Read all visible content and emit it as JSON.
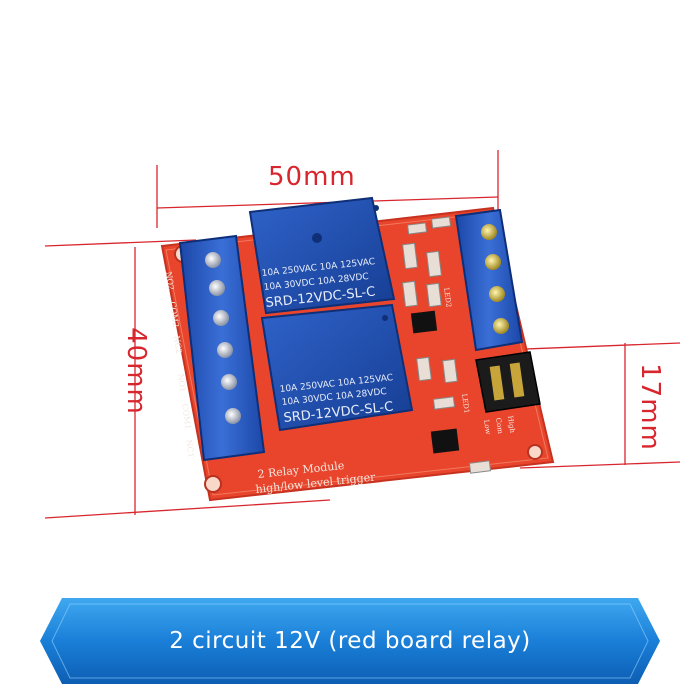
{
  "dimensions": {
    "width_label": "50mm",
    "height_label": "40mm",
    "depth_label": "17mm"
  },
  "relays": [
    {
      "rating_line1": "10A 250VAC  10A 125VAC",
      "rating_line2": "10A  30VDC  10A  28VDC",
      "model": "SRD-12VDC-SL-C"
    },
    {
      "rating_line1": "10A 250VAC  10A 125VAC",
      "rating_line2": "10A  30VDC  10A  28VDC",
      "model": "SRD-12VDC-SL-C"
    }
  ],
  "board": {
    "silk_line1": "2 Relay  Module",
    "silk_line2": "high/low level trigger",
    "pin_labels": [
      "NO2",
      "COM2",
      "NC2",
      "NO1",
      "COM1",
      "NC1"
    ],
    "led_labels": [
      "LED2",
      "LED1"
    ],
    "jumper_labels": [
      "Low",
      "Com",
      "High"
    ]
  },
  "banner": {
    "text": "2 circuit 12V (red board relay)"
  },
  "colors": {
    "dimension": "#d8262e",
    "board": "#e8452c",
    "relay": "#1f4fae",
    "terminal": "#2859c6",
    "banner": "#1a7fd8"
  }
}
